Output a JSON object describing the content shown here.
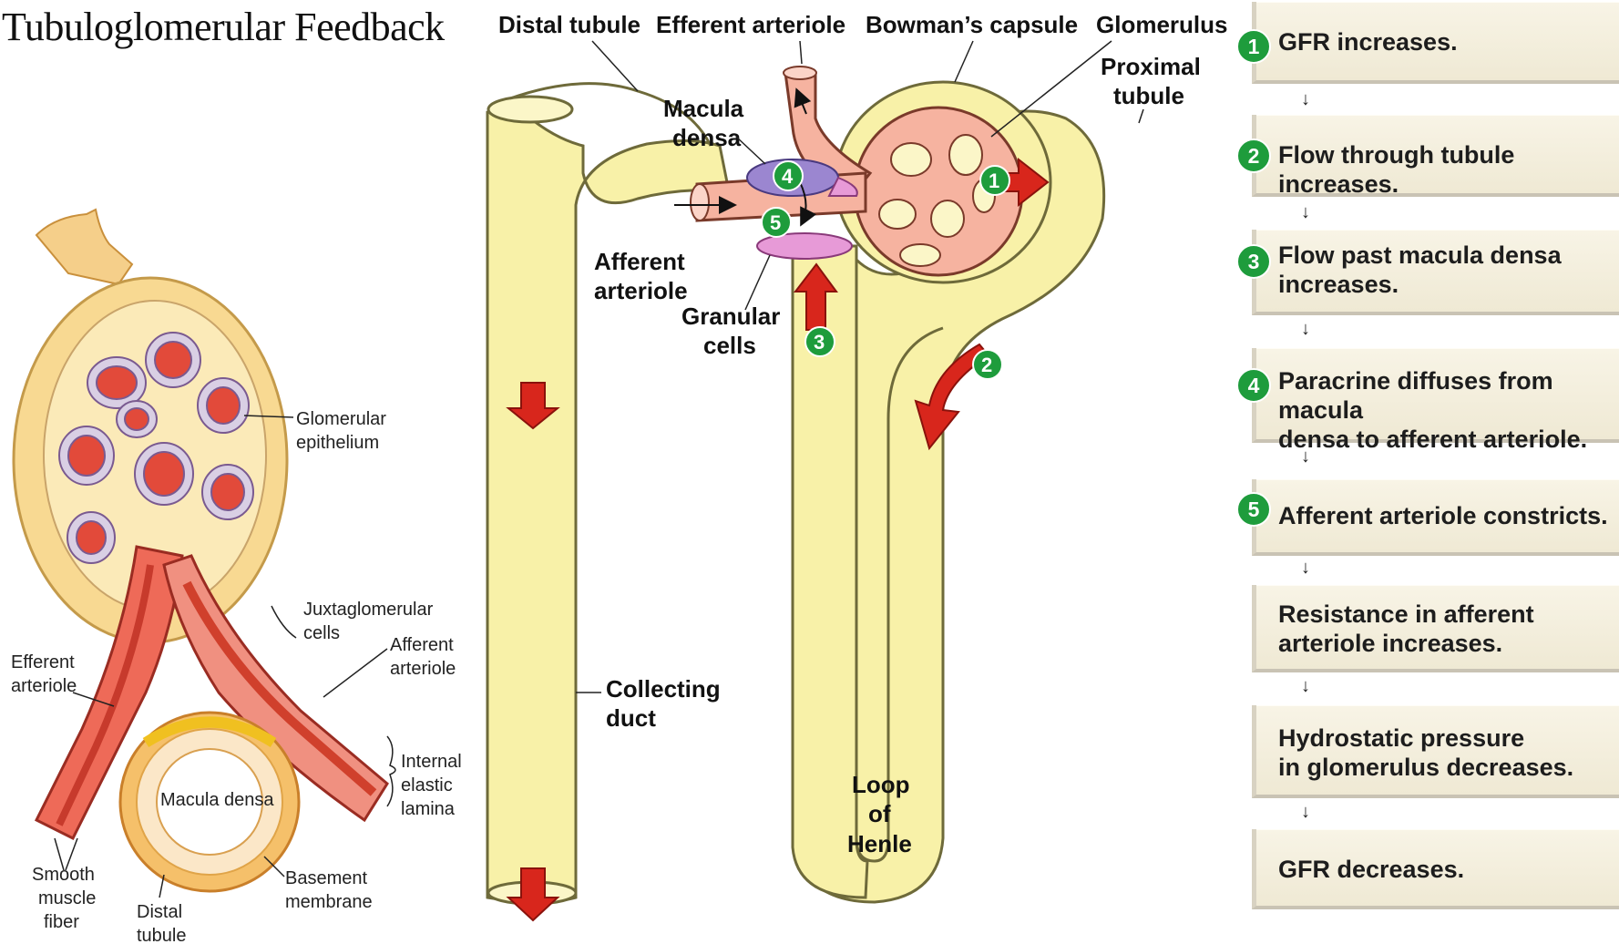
{
  "title": "Tubuloglomerular Feedback",
  "left_figure": {
    "labels": {
      "glomerular_epithelium": [
        "Glomerular",
        "epithelium"
      ],
      "juxtaglomerular_cells": [
        "Juxtaglomerular",
        "cells"
      ],
      "afferent_arteriole": [
        "Afferent",
        "arteriole"
      ],
      "efferent_arteriole": [
        "Efferent",
        "arteriole"
      ],
      "internal_elastic_lamina": [
        "Internal",
        "elastic",
        "lamina"
      ],
      "macula_densa": "Macula densa",
      "smooth_muscle_fiber": [
        "Smooth",
        "muscle",
        "fiber"
      ],
      "distal_tubule": [
        "Distal",
        "tubule"
      ],
      "basement_membrane": [
        "Basement",
        "membrane"
      ]
    }
  },
  "nephron_figure": {
    "labels": {
      "distal_tubule": "Distal tubule",
      "efferent_arteriole": "Efferent arteriole",
      "bowmans_capsule": "Bowman’s capsule",
      "glomerulus": "Glomerulus",
      "proximal_tubule": [
        "Proximal",
        "tubule"
      ],
      "macula_densa": [
        "Macula",
        "densa"
      ],
      "afferent_arteriole": [
        "Afferent",
        "arteriole"
      ],
      "granular_cells": [
        "Granular",
        "cells"
      ],
      "collecting_duct": [
        "Collecting",
        "duct"
      ],
      "loop_of_henle": [
        "Loop",
        "of",
        "Henle"
      ]
    },
    "markers": [
      "1",
      "2",
      "3",
      "4",
      "5"
    ]
  },
  "flow_steps": [
    {
      "num": "1",
      "text": [
        "GFR increases."
      ]
    },
    {
      "num": "2",
      "text": [
        "Flow through tubule increases."
      ]
    },
    {
      "num": "3",
      "text": [
        "Flow past macula densa",
        "increases."
      ]
    },
    {
      "num": "4",
      "text": [
        "Paracrine diffuses  from macula",
        "densa to afferent arteriole."
      ]
    },
    {
      "num": "5",
      "text": [
        "Afferent arteriole constricts."
      ]
    },
    {
      "num": "",
      "text": [
        "Resistance in afferent",
        "arteriole increases."
      ]
    },
    {
      "num": "",
      "text": [
        "Hydrostatic pressure",
        "in glomerulus decreases."
      ]
    },
    {
      "num": "",
      "text": [
        "GFR decreases."
      ]
    }
  ],
  "colors": {
    "tubule_yellow": "#f8f1a8",
    "tubule_outline": "#6e6a3a",
    "vessel_pink": "#f6b3a0",
    "arrow_red": "#d8261c",
    "marker_green": "#1e9c3c",
    "box_bg": "#f4efdd",
    "macula_purple": "#9b86d0",
    "granular_pink": "#e79ad7"
  }
}
